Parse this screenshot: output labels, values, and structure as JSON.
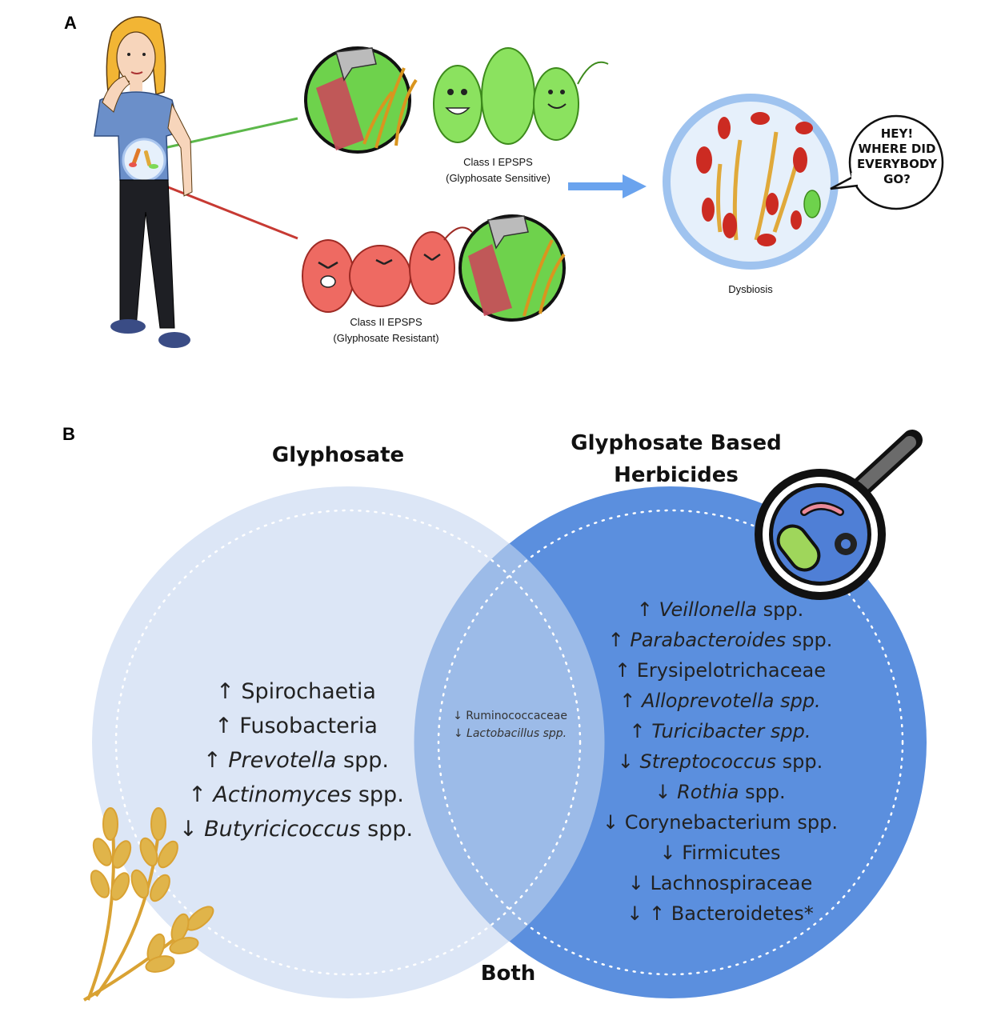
{
  "panel_a": {
    "label": "A",
    "class1_caption_line1": "Class I EPSPS",
    "class1_caption_line2": "(Glyphosate Sensitive)",
    "class2_caption_line1": "Class II EPSPS",
    "class2_caption_line2": "(Glyphosate Resistant)",
    "dysbiosis_label": "Dysbiosis",
    "speech_lines": [
      "HEY!",
      "WHERE DID",
      "EVERYBODY",
      "GO?"
    ]
  },
  "panel_b": {
    "label": "B",
    "glyphosate_title": "Glyphosate",
    "gbh_title_line1": "Glyphosate Based",
    "gbh_title_line2": "Herbicides",
    "both_label": "Both",
    "glyphosate_items": [
      {
        "arrow": "↑",
        "name": "Spirochaetia",
        "italic": false,
        "suffix": ""
      },
      {
        "arrow": "↑",
        "name": "Fusobacteria",
        "italic": false,
        "suffix": ""
      },
      {
        "arrow": "↑",
        "name": "Prevotella",
        "italic": true,
        "suffix": " spp."
      },
      {
        "arrow": "↑",
        "name": "Actinomyces",
        "italic": true,
        "suffix": " spp."
      },
      {
        "arrow": "↓",
        "name": "Butyricicoccus",
        "italic": true,
        "suffix": " spp."
      }
    ],
    "both_items": [
      {
        "arrow": "↓",
        "name": "Ruminococcaceae",
        "italic": false,
        "suffix": ""
      },
      {
        "arrow": "↓",
        "name": "Lactobacillus spp.",
        "italic": true,
        "suffix": ""
      }
    ],
    "gbh_items": [
      {
        "arrow": "↑",
        "name": "Veillonella",
        "italic": true,
        "suffix": " spp."
      },
      {
        "arrow": "↑",
        "name": "Parabacteroides",
        "italic": true,
        "suffix": " spp."
      },
      {
        "arrow": "↑",
        "name": "Erysipelotrichaceae",
        "italic": false,
        "suffix": ""
      },
      {
        "arrow": "↑",
        "name": "Alloprevotella spp.",
        "italic": true,
        "suffix": ""
      },
      {
        "arrow": "↑",
        "name": "Turicibacter spp.",
        "italic": true,
        "suffix": ""
      },
      {
        "arrow": "↓",
        "name": "Streptococcus",
        "italic": true,
        "suffix": " spp."
      },
      {
        "arrow": "↓",
        "name": "Rothia",
        "italic": true,
        "suffix": " spp."
      },
      {
        "arrow": "↓",
        "name": "Corynebacterium spp.",
        "italic": false,
        "suffix": ""
      },
      {
        "arrow": "↓",
        "name": "Firmicutes",
        "italic": false,
        "suffix": ""
      },
      {
        "arrow": "↓",
        "name": "Lachnospiraceae",
        "italic": false,
        "suffix": ""
      },
      {
        "arrow": "↓ ↑",
        "name": "Bacteroidetes*",
        "italic": false,
        "suffix": ""
      }
    ]
  },
  "colors": {
    "glyphosate_circle": "#dce6f6",
    "gbh_circle": "#5b8fde",
    "overlap": "#9cbbe8",
    "sensitive_green": "#7ed957",
    "resistant_red": "#e8554e",
    "wheat": "#e0a93a",
    "arrow_blue": "#6aa3ee"
  }
}
